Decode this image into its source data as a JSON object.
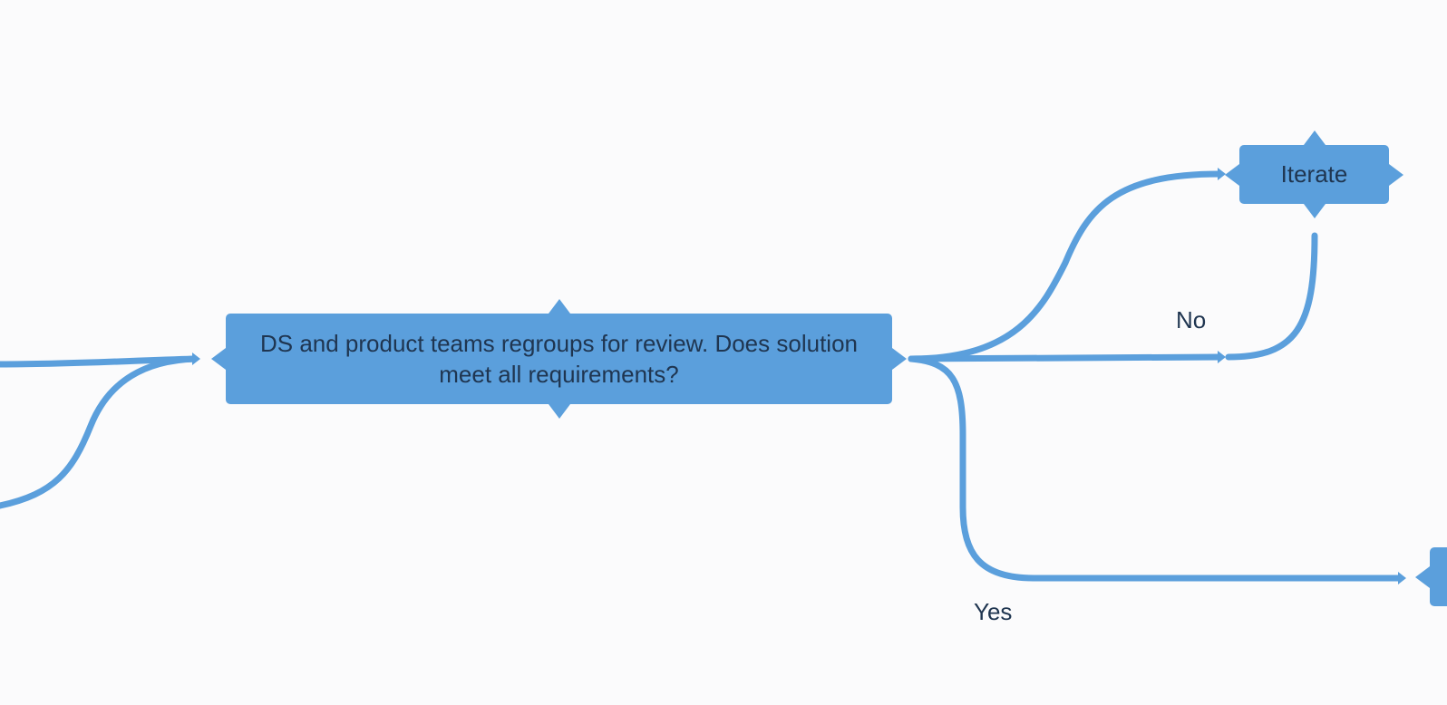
{
  "colors": {
    "node_fill": "#5b9fdc",
    "edge_stroke": "#5b9fdc",
    "text": "#1f3550",
    "background": "#fbfbfc"
  },
  "nodes": {
    "review": {
      "text": "DS and product teams regroups for review. Does solution meet all requirements?"
    },
    "iterate": {
      "text": "Iterate"
    },
    "next": {
      "text": ""
    }
  },
  "edges": {
    "no_label": "No",
    "yes_label": "Yes"
  }
}
